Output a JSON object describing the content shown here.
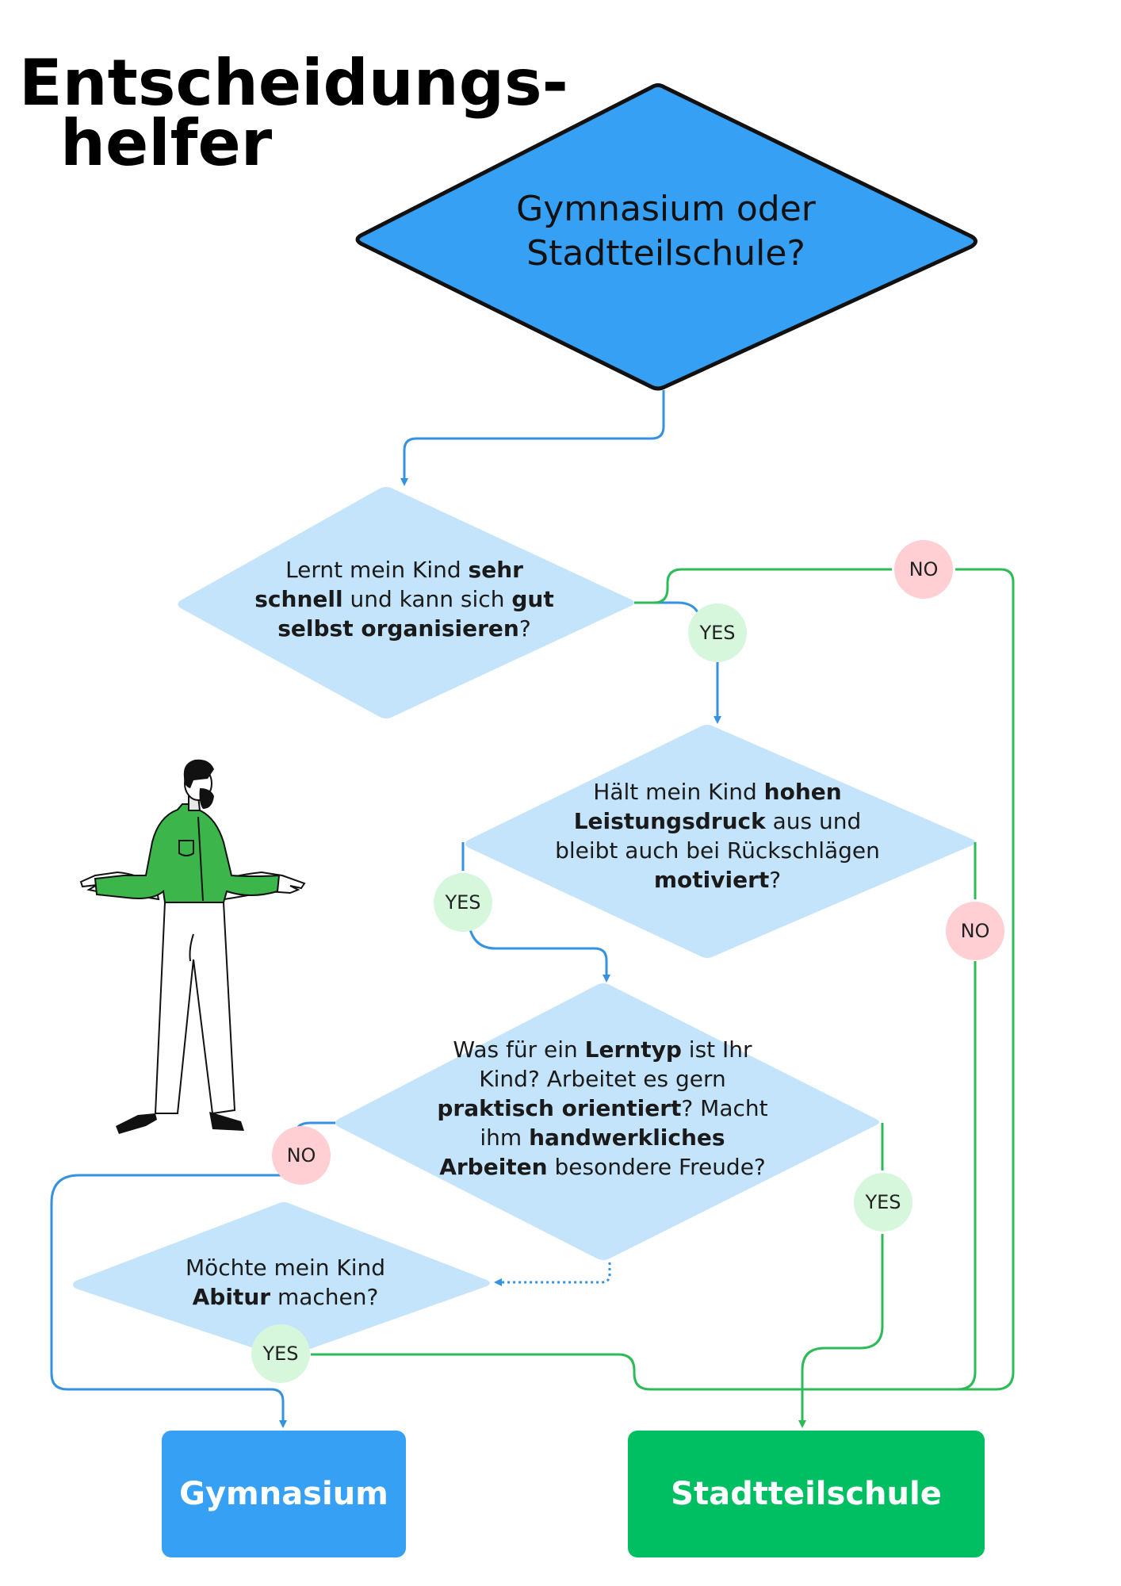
{
  "title": {
    "line1": "Entscheidungs-",
    "line2": "helfer"
  },
  "main_question": {
    "line1": "Gymnasium oder",
    "line2": "Stadtteilschule?"
  },
  "q1": {
    "segments": [
      {
        "text": "Lernt mein Kind ",
        "bold": false
      },
      {
        "text": "sehr schnell",
        "bold": true
      },
      {
        "text": " und kann sich ",
        "bold": false
      },
      {
        "text": "gut selbst organisieren",
        "bold": true
      },
      {
        "text": "?",
        "bold": false
      }
    ]
  },
  "q2": {
    "segments": [
      {
        "text": "Hält mein Kind ",
        "bold": false
      },
      {
        "text": "hohen Leistungsdruck",
        "bold": true
      },
      {
        "text": " aus und bleibt auch bei Rückschlägen ",
        "bold": false
      },
      {
        "text": "motiviert",
        "bold": true
      },
      {
        "text": "?",
        "bold": false
      }
    ]
  },
  "q3": {
    "segments": [
      {
        "text": "Was für ein ",
        "bold": false
      },
      {
        "text": "Lerntyp",
        "bold": true
      },
      {
        "text": " ist Ihr Kind? Arbeitet es gern ",
        "bold": false
      },
      {
        "text": "praktisch orientiert",
        "bold": true
      },
      {
        "text": "? Macht ihm ",
        "bold": false
      },
      {
        "text": "handwerkliches Arbeiten",
        "bold": true
      },
      {
        "text": " besondere Freude?",
        "bold": false
      }
    ]
  },
  "q4": {
    "segments": [
      {
        "text": "Möchte mein Kind ",
        "bold": false
      },
      {
        "text": "Abitur",
        "bold": true
      },
      {
        "text": " machen?",
        "bold": false
      }
    ]
  },
  "badges": {
    "q1_no": "NO",
    "q1_yes": "YES",
    "q2_yes": "YES",
    "q2_no": "NO",
    "q3_no": "NO",
    "q3_yes": "YES",
    "q4_yes": "YES"
  },
  "results": {
    "gymnasium": "Gymnasium",
    "stadtteilschule": "Stadtteilschule"
  },
  "colors": {
    "main_diamond": "#36a0f4",
    "light_diamond": "#c4e4fb",
    "blue_line": "#3592e0",
    "green_line": "#2dbb57",
    "no_badge": "#ffcfd3",
    "yes_badge": "#d6f7dc",
    "gymnasium_box": "#36a0f4",
    "stadtteilschule_box": "#00bf63",
    "figure_shirt": "#3cb54a"
  }
}
